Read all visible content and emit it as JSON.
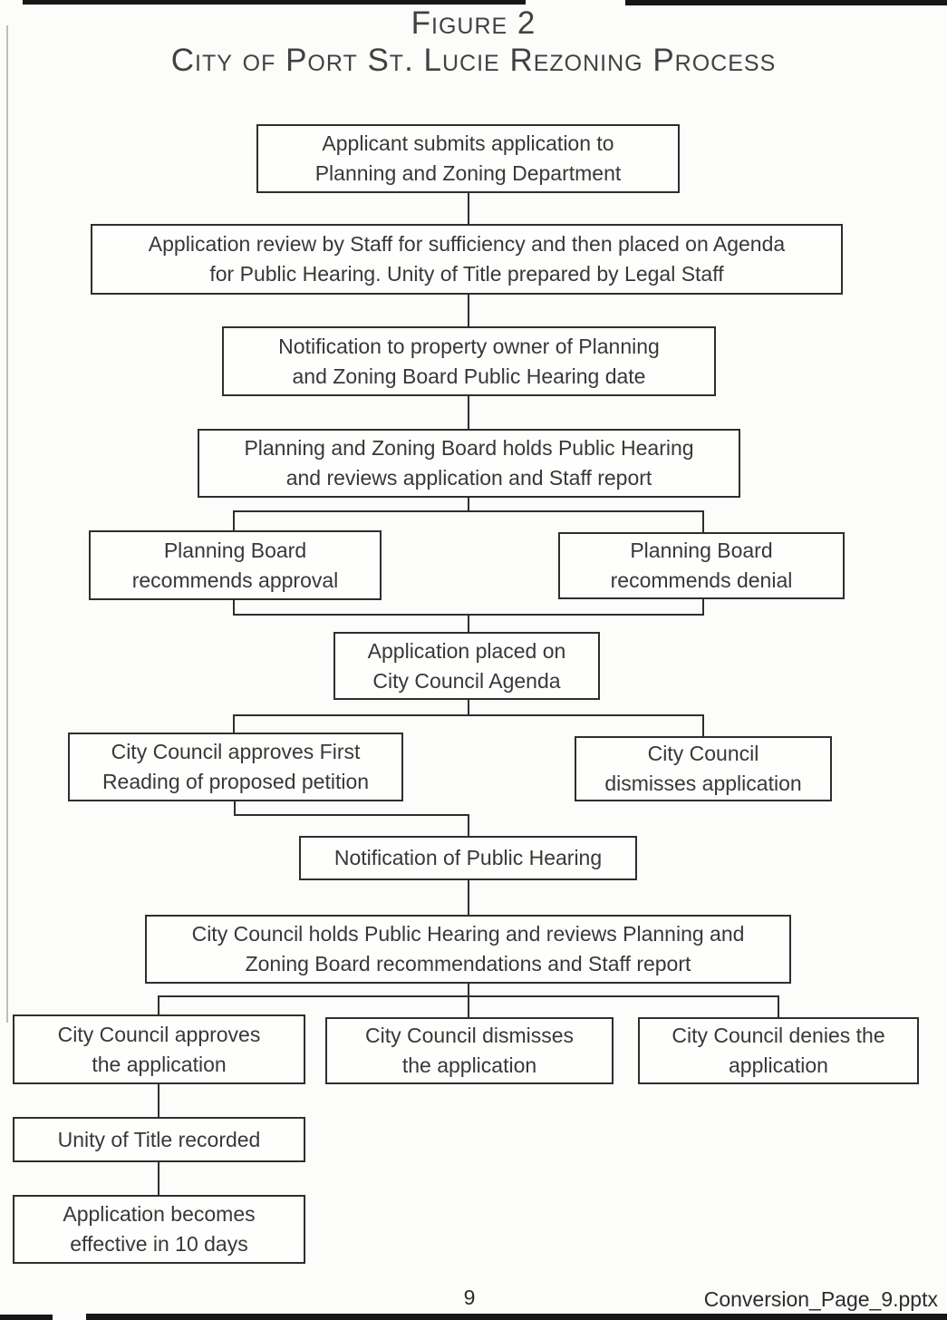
{
  "figure": {
    "label": "Figure 2",
    "title": "City of Port St. Lucie Rezoning Process"
  },
  "flowchart": {
    "nodes": {
      "submit": "Applicant submits application to\nPlanning and Zoning Department",
      "review": "Application review by Staff for sufficiency and then placed on Agenda\nfor Public Hearing. Unity of Title prepared by Legal Staff",
      "notify_owner": "Notification to property owner of Planning\nand Zoning Board Public Hearing date",
      "pz_hearing": "Planning and Zoning Board holds Public Hearing\nand reviews application and Staff report",
      "board_approval": "Planning Board\nrecommends approval",
      "board_denial": "Planning Board\nrecommends denial",
      "council_agenda": "Application placed on\nCity Council Agenda",
      "first_reading": "City Council approves First\nReading of proposed petition",
      "council_dismisses_petition": "City Council\ndismisses application",
      "hearing_notice": "Notification of Public Hearing",
      "council_hearing": "City Council holds Public Hearing and reviews Planning and\nZoning Board recommendations and Staff report",
      "council_approves": "City Council approves\nthe application",
      "council_dismisses": "City Council dismisses\nthe application",
      "council_denies": "City Council denies the\napplication",
      "unity_recorded": "Unity of Title recorded",
      "effective": "Application becomes\neffective in 10 days"
    }
  },
  "footer": {
    "page_number": "9",
    "filename": "Conversion_Page_9.pptx"
  }
}
